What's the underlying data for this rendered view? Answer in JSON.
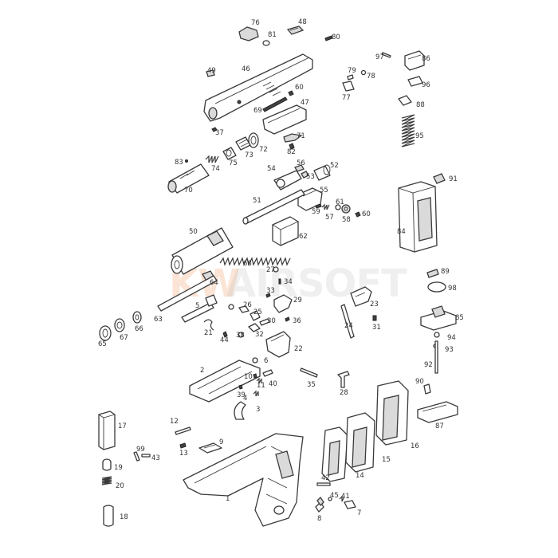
{
  "watermark": {
    "prefix": "KW",
    "brand": "AIRSOFT",
    "prefix_color": "#f08a4b",
    "brand_color": "#b8b8b8"
  },
  "callouts": [
    "1",
    "2",
    "3",
    "4",
    "5",
    "6",
    "7",
    "8",
    "9",
    "10",
    "11",
    "12",
    "13",
    "14",
    "15",
    "16",
    "17",
    "18",
    "19",
    "20",
    "21",
    "22",
    "23",
    "24",
    "25",
    "26",
    "27",
    "28",
    "29",
    "30",
    "31",
    "32",
    "33",
    "34",
    "35",
    "36",
    "37",
    "38",
    "39",
    "40",
    "41",
    "42",
    "43",
    "44",
    "45",
    "46",
    "47",
    "48",
    "49",
    "50",
    "51",
    "52",
    "53",
    "54",
    "55",
    "56",
    "57",
    "58",
    "59",
    "60",
    "60",
    "61",
    "62",
    "63",
    "64",
    "65",
    "66",
    "67",
    "68",
    "69",
    "70",
    "71",
    "72",
    "73",
    "74",
    "75",
    "76",
    "77",
    "78",
    "79",
    "80",
    "81",
    "82",
    "83",
    "84",
    "85",
    "86",
    "87",
    "88",
    "89",
    "90",
    "91",
    "92",
    "93",
    "94",
    "95",
    "96",
    "97",
    "98",
    "99"
  ],
  "colors": {
    "line": "#3a3a3a",
    "fill_light": "#dadada",
    "fill_dark": "#444444"
  }
}
